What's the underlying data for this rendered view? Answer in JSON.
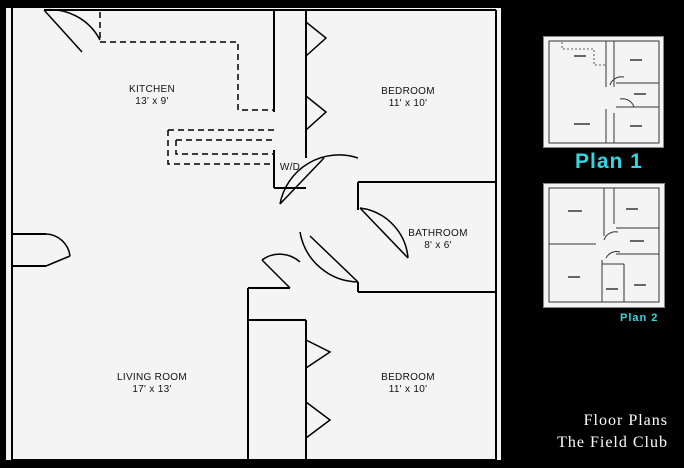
{
  "floor_plan": {
    "rooms": [
      {
        "name": "KITCHEN",
        "size": "13' x 9'"
      },
      {
        "name": "BEDROOM",
        "size": "11' x 10'"
      },
      {
        "name": "W/D"
      },
      {
        "name": "BATHROOM",
        "size": "8' x 6'"
      },
      {
        "name": "LIVING ROOM",
        "size": "17' x 13'"
      },
      {
        "name": "BEDROOM",
        "size": "11' x 10'"
      }
    ]
  },
  "plan_selector": {
    "plan1_label": "Plan 1",
    "plan2_label": "Plan 2"
  },
  "caption": {
    "line1": "Floor Plans",
    "line2": "The Field Club"
  },
  "colors": {
    "background": "#000000",
    "paper": "#f4f4f4",
    "accent": "#33d6e0",
    "caption": "#ffffff"
  }
}
